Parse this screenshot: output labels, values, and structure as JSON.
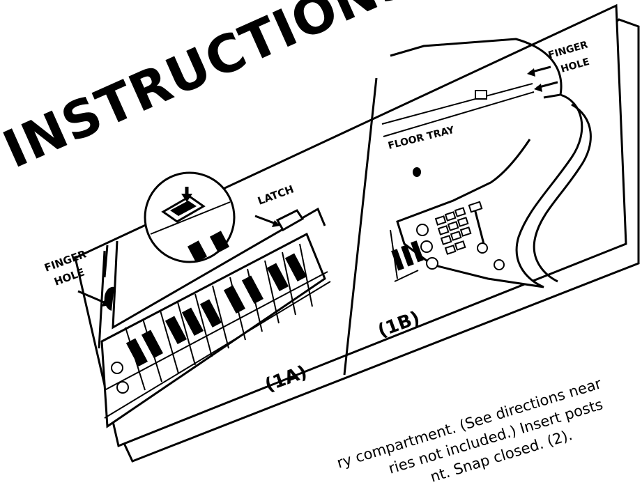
{
  "title": "INSTRUCTIONS",
  "panel_a": {
    "caption": "(1A)",
    "latch_label": "LATCH",
    "finger_hole_label_line1": "FINGER",
    "finger_hole_label_line2": "HOLE"
  },
  "panel_b": {
    "caption": "(1B)",
    "floor_tray_label": "FLOOR TRAY",
    "finger_hole_label_line1": "FINGER",
    "finger_hole_label_line2": "HOLE"
  },
  "body_lines": [
    "ry compartment. (See directions near",
    "ries not included.) Insert posts",
    "nt. Snap closed. (2)."
  ],
  "colors": {
    "ink": "#000000",
    "paper": "#ffffff"
  }
}
